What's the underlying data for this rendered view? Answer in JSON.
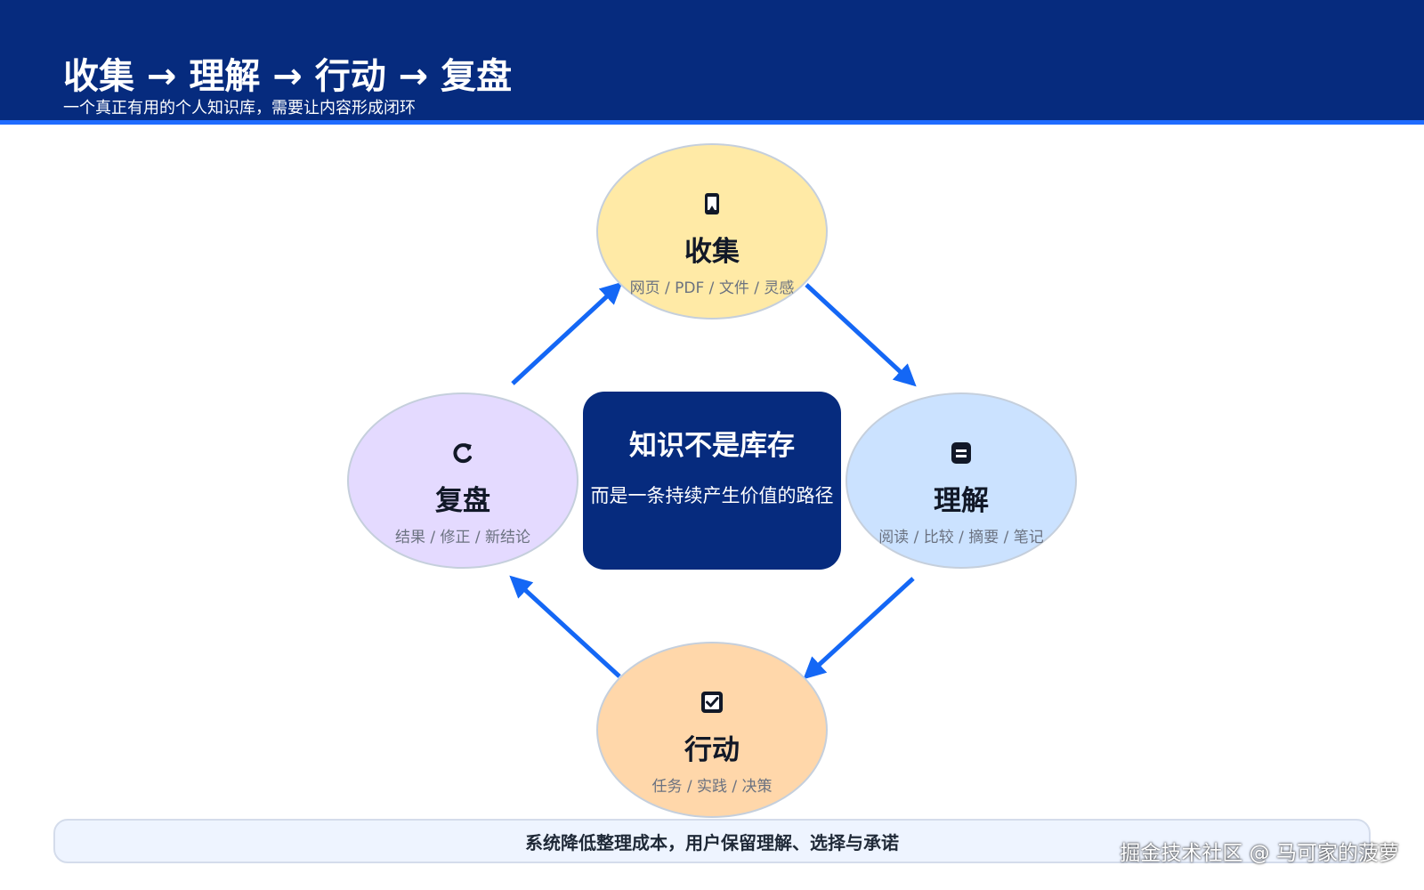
{
  "header": {
    "title": "收集 → 理解 → 行动 → 复盘",
    "subtitle": "一个真正有用的个人知识库，需要让内容形成闭环"
  },
  "center": {
    "title": "知识不是库存",
    "subtitle": "而是一条持续产生价值的路径"
  },
  "nodes": {
    "collect": {
      "label": "收集",
      "sub": "网页 / PDF / 文件 / 灵感",
      "icon": "tablet-icon",
      "color": "#ffeaa6"
    },
    "understand": {
      "label": "理解",
      "sub": "阅读 / 比较 / 摘要 / 笔记",
      "icon": "note-icon",
      "color": "#cbe2ff"
    },
    "act": {
      "label": "行动",
      "sub": "任务 / 实践 / 决策",
      "icon": "checkbox-icon",
      "color": "#ffd7aa"
    },
    "review": {
      "label": "复盘",
      "sub": "结果 / 修正 / 新结论",
      "icon": "refresh-icon",
      "color": "#e4daff"
    }
  },
  "footer": {
    "text": "系统降低整理成本，用户保留理解、选择与承诺"
  },
  "watermark": "掘金技术社区 @ 马可家的菠萝",
  "colors": {
    "header_bg": "#062b7e",
    "accent": "#1f6bff",
    "arrow": "#1467f5",
    "center_bg": "#062b7e"
  }
}
